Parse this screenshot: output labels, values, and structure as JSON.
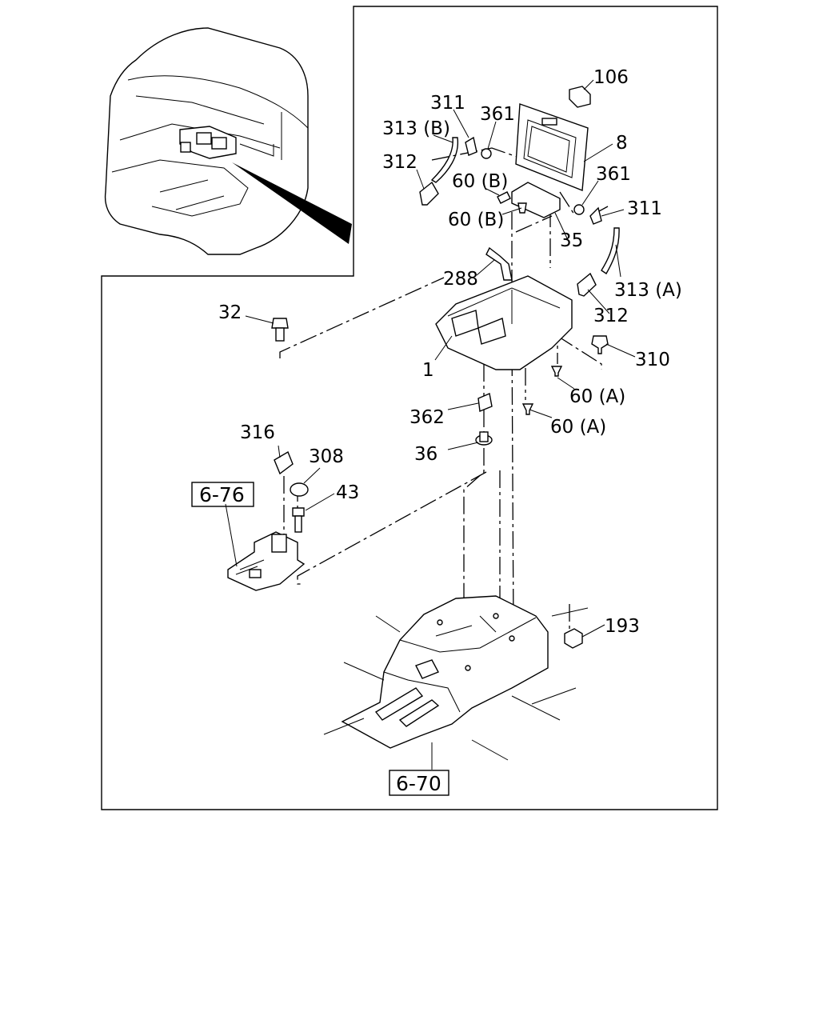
{
  "labels": {
    "p106": "106",
    "p311a": "311",
    "p361a": "361",
    "p313b": "313 (B)",
    "p8": "8",
    "p312a": "312",
    "p60b1": "60 (B)",
    "p361b": "361",
    "p311b": "311",
    "p60b2": "60 (B)",
    "p35": "35",
    "p288": "288",
    "p313a": "313 (A)",
    "p32": "32",
    "p312b": "312",
    "p310": "310",
    "p1": "1",
    "p60a1": "60 (A)",
    "p362": "362",
    "p60a2": "60 (A)",
    "p316": "316",
    "p36": "36",
    "p308": "308",
    "p43": "43",
    "p193": "193"
  },
  "refs": {
    "r676": "6-76",
    "r670": "6-70"
  }
}
